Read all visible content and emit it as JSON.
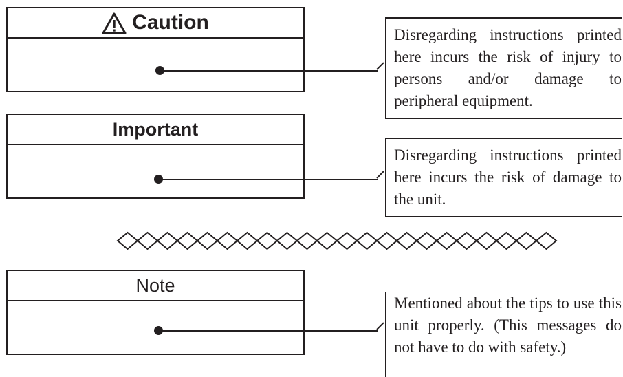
{
  "caution": {
    "heading": "Caution",
    "description": "Disregarding instructions printed here incurs the risk of injury to persons and/or damage to peripheral equipment."
  },
  "important": {
    "heading": "Important",
    "description": "Disregarding instructions printed here incurs the risk of damage to the unit."
  },
  "note": {
    "heading": "Note",
    "description": "Mentioned about the tips to use this unit properly. (This messages do not have to do with safety.)"
  },
  "separator": {
    "glyph": "◇",
    "count": 22
  },
  "colors": {
    "ink": "#231f20",
    "background": "#ffffff"
  }
}
